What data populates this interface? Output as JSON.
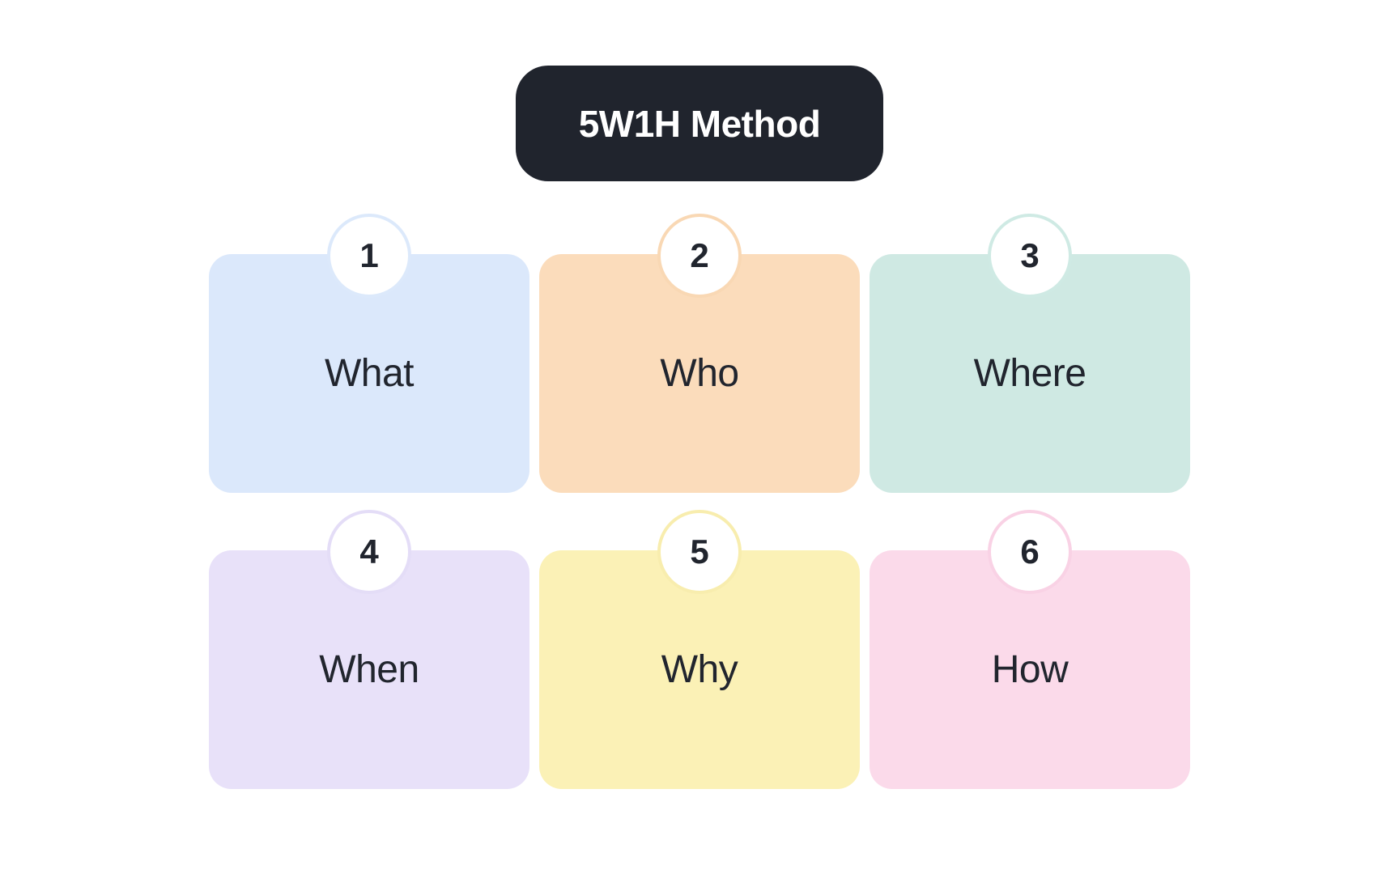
{
  "title": "5W1H Method",
  "colors": {
    "background": "#ffffff",
    "title_badge_bg": "#20242d",
    "title_text": "#ffffff",
    "label_text": "#21252e",
    "circle_fill": "#ffffff"
  },
  "cards": [
    {
      "number": "1",
      "label": "What",
      "color": "#dbe8fb",
      "ring_color": "#dce9fb"
    },
    {
      "number": "2",
      "label": "Who",
      "color": "#fbdcbb",
      "ring_color": "#f9d8b4"
    },
    {
      "number": "3",
      "label": "Where",
      "color": "#cfe9e3",
      "ring_color": "#cfeae4"
    },
    {
      "number": "4",
      "label": "When",
      "color": "#e8e1f9",
      "ring_color": "#e4ddf7"
    },
    {
      "number": "5",
      "label": "Why",
      "color": "#fbf1b6",
      "ring_color": "#f8edae"
    },
    {
      "number": "6",
      "label": "How",
      "color": "#fbdaea",
      "ring_color": "#f9d2e5"
    }
  ]
}
